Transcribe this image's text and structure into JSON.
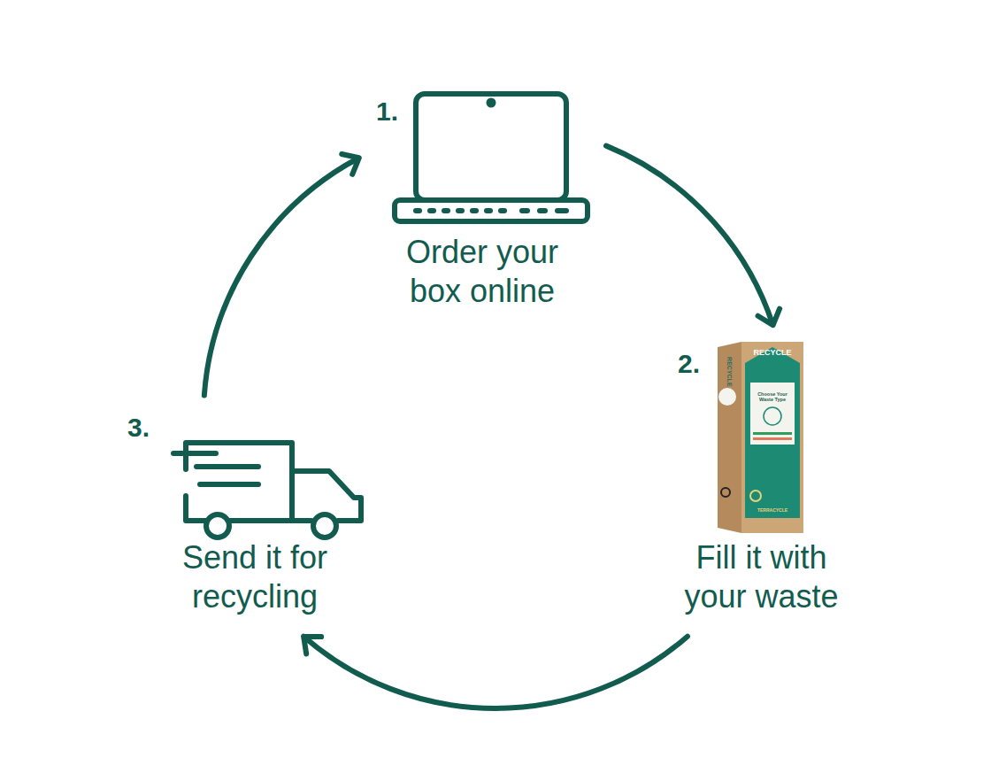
{
  "diagram": {
    "nodes": [
      {
        "text": [
          "1.",
          "Order your box online"
        ]
      },
      {
        "text": [
          "2.",
          "Fill it with your waste"
        ]
      },
      {
        "text": [
          "3.",
          "Send it for recycling"
        ]
      }
    ],
    "edges": [
      {
        "from": 0,
        "to": 1,
        "arrow": "to"
      },
      {
        "from": 1,
        "to": 2,
        "arrow": "to"
      },
      {
        "from": 2,
        "to": 0,
        "arrow": "to"
      }
    ],
    "labels": [
      "RECYCLE",
      "RECYCLE",
      "Choose Your Waste Type",
      "TERRACYCLE"
    ]
  }
}
